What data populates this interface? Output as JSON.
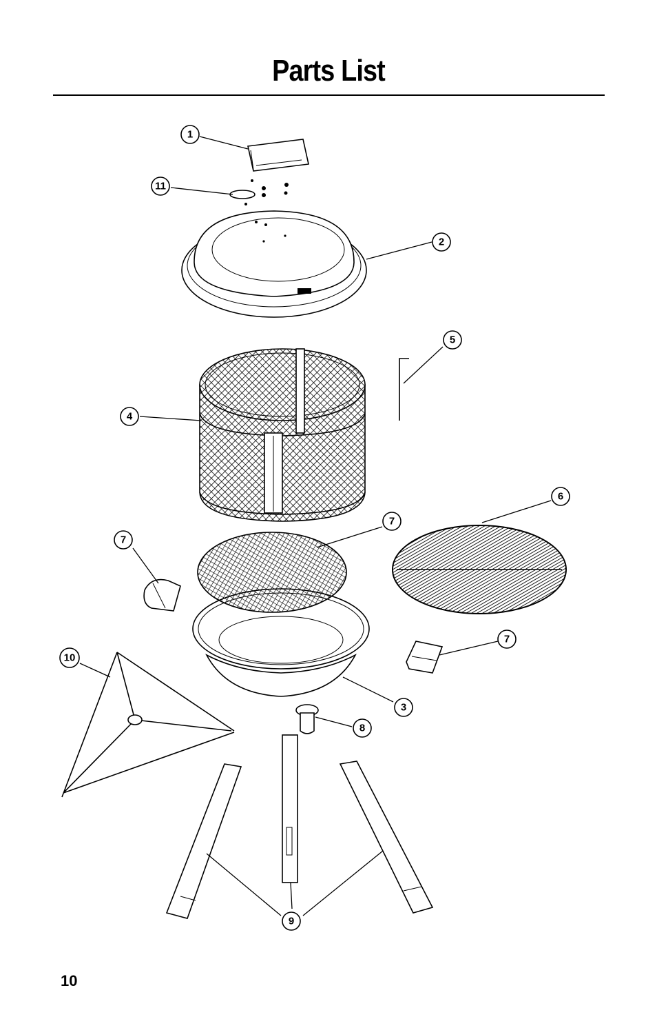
{
  "page": {
    "title": "Parts List",
    "page_number": "10"
  },
  "callouts": [
    "1",
    "2",
    "3",
    "4",
    "5",
    "6",
    "7",
    "7",
    "7",
    "8",
    "9",
    "10",
    "11"
  ]
}
